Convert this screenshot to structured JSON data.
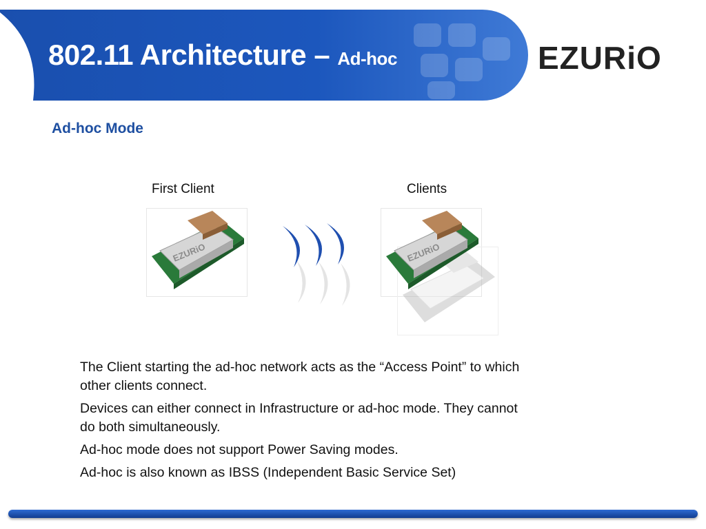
{
  "slide": {
    "title_main": "802.11 Architecture – ",
    "title_sub": "Ad-hoc",
    "logo_text": "EZURiO",
    "section_heading": "Ad-hoc Mode"
  },
  "diagram": {
    "first_client_label": "First Client",
    "clients_label": "Clients",
    "module_text": "EZURiO"
  },
  "bullets": [
    "The Client starting the ad-hoc network acts as the “Access Point” to which other clients connect.",
    "Devices can either connect in Infrastructure or ad-hoc mode. They cannot do both simultaneously.",
    "Ad-hoc mode does not support Power Saving modes.",
    "Ad-hoc is also known as IBSS (Independent Basic Service Set)"
  ],
  "colors": {
    "banner_blue": "#1c54b4",
    "heading_blue": "#1e4fa1",
    "wave_blue": "#1f4fb0",
    "pcb_green": "#2a7a3a"
  }
}
